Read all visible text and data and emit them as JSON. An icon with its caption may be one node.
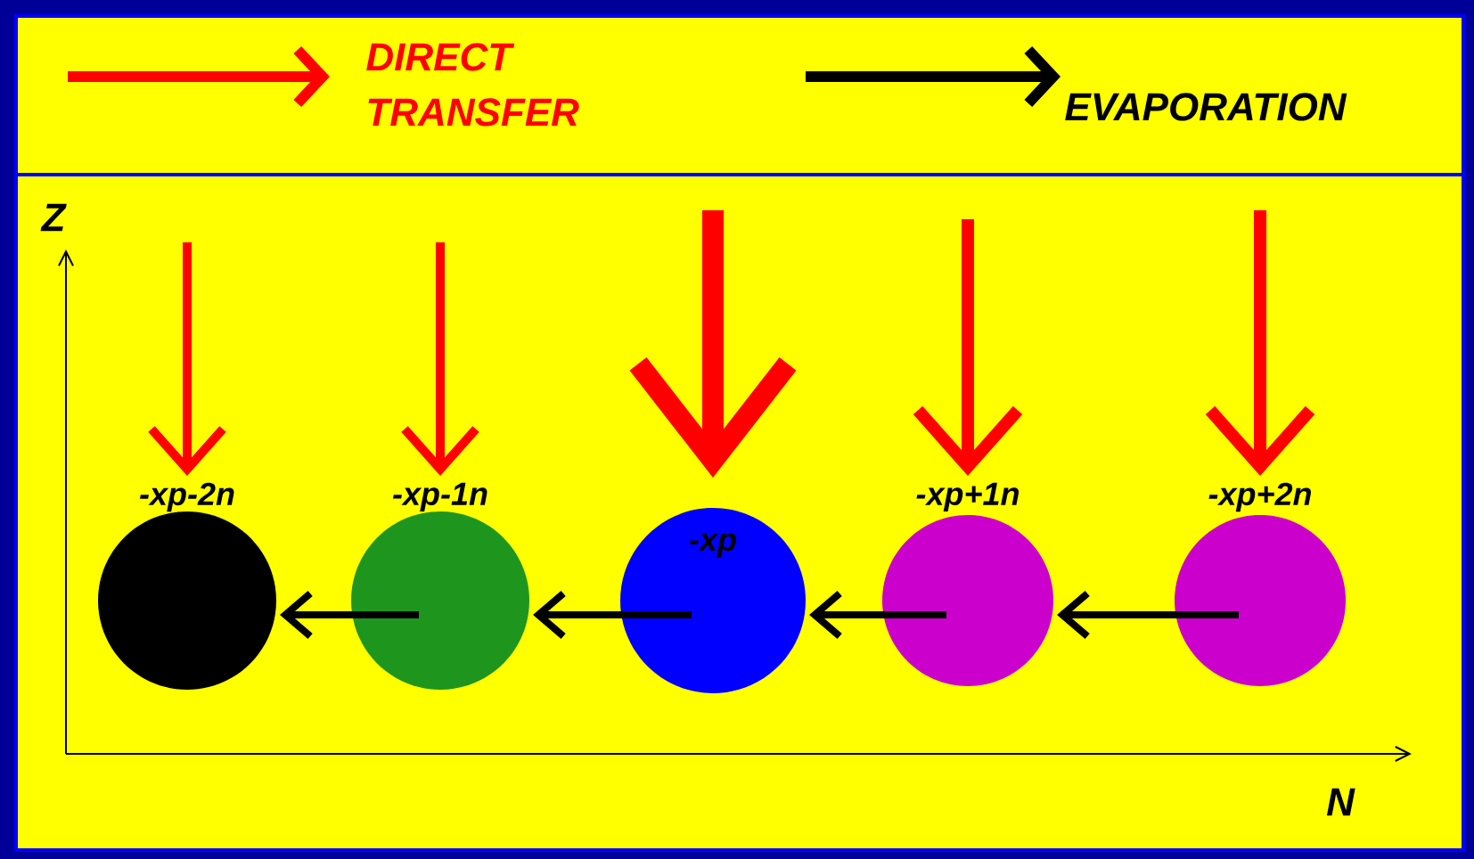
{
  "diagram": {
    "nodes": [
      {
        "text": [
          "-xp-2n"
        ]
      },
      {
        "text": [
          "-xp-1n"
        ]
      },
      {
        "text": [
          "-xp"
        ]
      },
      {
        "text": [
          "-xp+1n"
        ]
      },
      {
        "text": [
          "-xp+2n"
        ]
      }
    ],
    "edges": [
      {
        "from": null,
        "to": 0,
        "arrow": "to"
      },
      {
        "from": null,
        "to": 1,
        "arrow": "to"
      },
      {
        "from": null,
        "to": 2,
        "arrow": "to",
        "style": "thick"
      },
      {
        "from": null,
        "to": 3,
        "arrow": "to"
      },
      {
        "from": null,
        "to": 4,
        "arrow": "to"
      },
      {
        "from": 1,
        "to": 0,
        "arrow": "to",
        "color": "#000000"
      },
      {
        "from": 2,
        "to": 1,
        "arrow": "to",
        "color": "#000000"
      },
      {
        "from": 3,
        "to": 2,
        "arrow": "to",
        "color": "#000000"
      },
      {
        "from": 4,
        "to": 3,
        "arrow": "to",
        "color": "#000000"
      }
    ],
    "labels": [
      "Z",
      "N"
    ],
    "legend": [
      {
        "text": "DIRECT TRANSFER"
      },
      {
        "text": "EVAPORATION"
      }
    ]
  }
}
